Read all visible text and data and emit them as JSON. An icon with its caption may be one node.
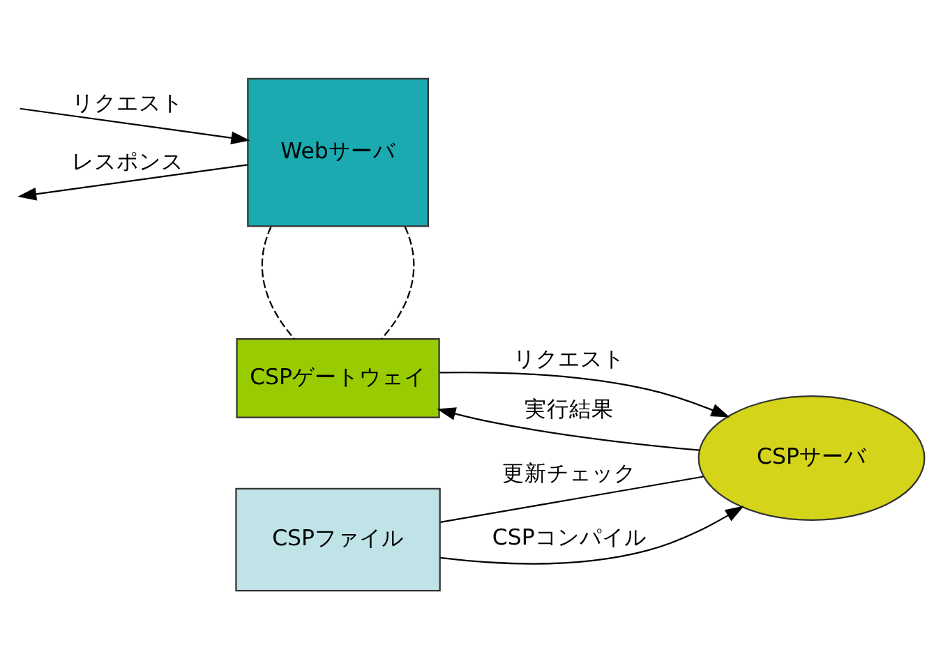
{
  "diagram": {
    "nodes": [
      {
        "text": [
          "Webサーバ"
        ]
      },
      {
        "text": [
          "CSPゲートウェイ"
        ]
      },
      {
        "text": [
          "CSPファイル"
        ]
      },
      {
        "text": [
          "CSPサーバ"
        ]
      }
    ],
    "edges": [
      {
        "from": null,
        "to": 0,
        "arrow": "to",
        "label": "リクエスト"
      },
      {
        "from": 0,
        "to": null,
        "arrow": "to",
        "label": "レスポンス"
      },
      {
        "from": 0,
        "to": 1,
        "arrow": "none",
        "style": "dashed"
      },
      {
        "from": 0,
        "to": 1,
        "arrow": "none",
        "style": "dashed"
      },
      {
        "from": 1,
        "to": 3,
        "arrow": "to",
        "label": "リクエスト"
      },
      {
        "from": 3,
        "to": 1,
        "arrow": "to",
        "label": "実行結果"
      },
      {
        "from": 2,
        "to": 3,
        "arrow": "none",
        "label": "更新チェック"
      },
      {
        "from": 2,
        "to": 3,
        "arrow": "to",
        "label": "CSPコンパイル"
      }
    ]
  }
}
